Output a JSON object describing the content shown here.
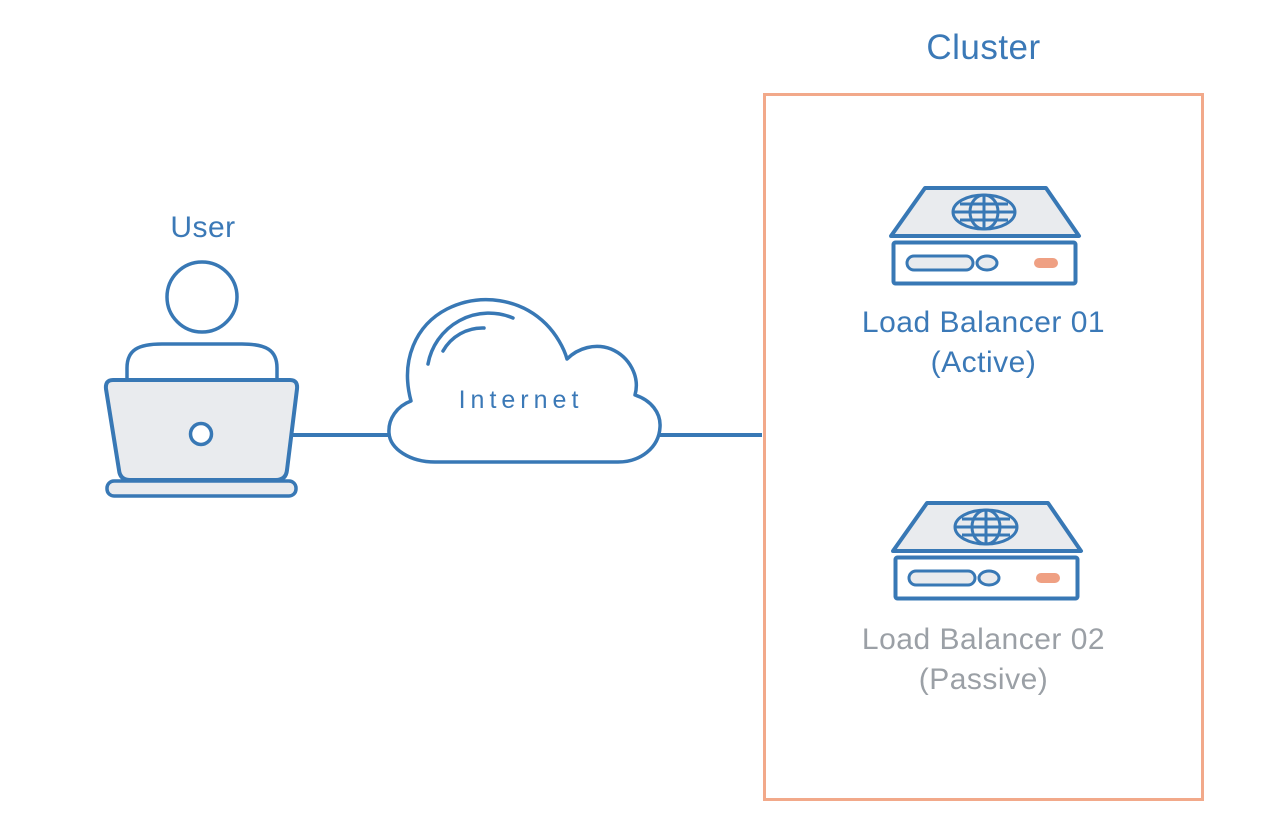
{
  "title": "Cluster",
  "user": {
    "label": "User",
    "icon": "person-at-laptop-icon"
  },
  "internet": {
    "label": "Internet",
    "icon": "cloud-icon"
  },
  "cluster": {
    "title": "Cluster",
    "load_balancers": [
      {
        "name": "Load Balancer 01",
        "state": "(Active)",
        "status": "active",
        "icon": "server-globe-icon"
      },
      {
        "name": "Load Balancer 02",
        "state": "(Passive)",
        "status": "passive",
        "icon": "server-globe-icon"
      }
    ]
  },
  "colors": {
    "line_blue": "#3878B5",
    "text_blue": "#3B79B7",
    "text_gray": "#9BA0A6",
    "cluster_border_salmon": "#F2A98A",
    "led_salmon": "#EFA083",
    "panel_fill_gray": "#E9EBEE",
    "background": "#FFFFFF"
  }
}
